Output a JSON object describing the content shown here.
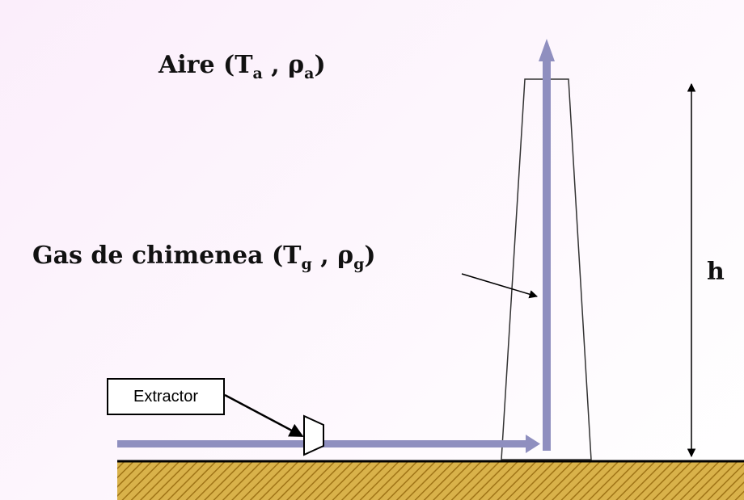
{
  "labels": {
    "air_prefix": "Aire (T",
    "air_t_sub": "a",
    "air_mid": " , ρ",
    "air_rho_sub": "a",
    "air_suffix": ")",
    "gas_prefix": "Gas de chimenea (T",
    "gas_t_sub": "g",
    "gas_mid": " , ρ",
    "gas_rho_sub": "g",
    "gas_suffix": ")",
    "height": "h",
    "extractor": "Extractor"
  },
  "colors": {
    "flow_arrow": "#8f8fbf",
    "ground_hatch": "#b58a1e",
    "ground_fill": "#d9b24a"
  }
}
